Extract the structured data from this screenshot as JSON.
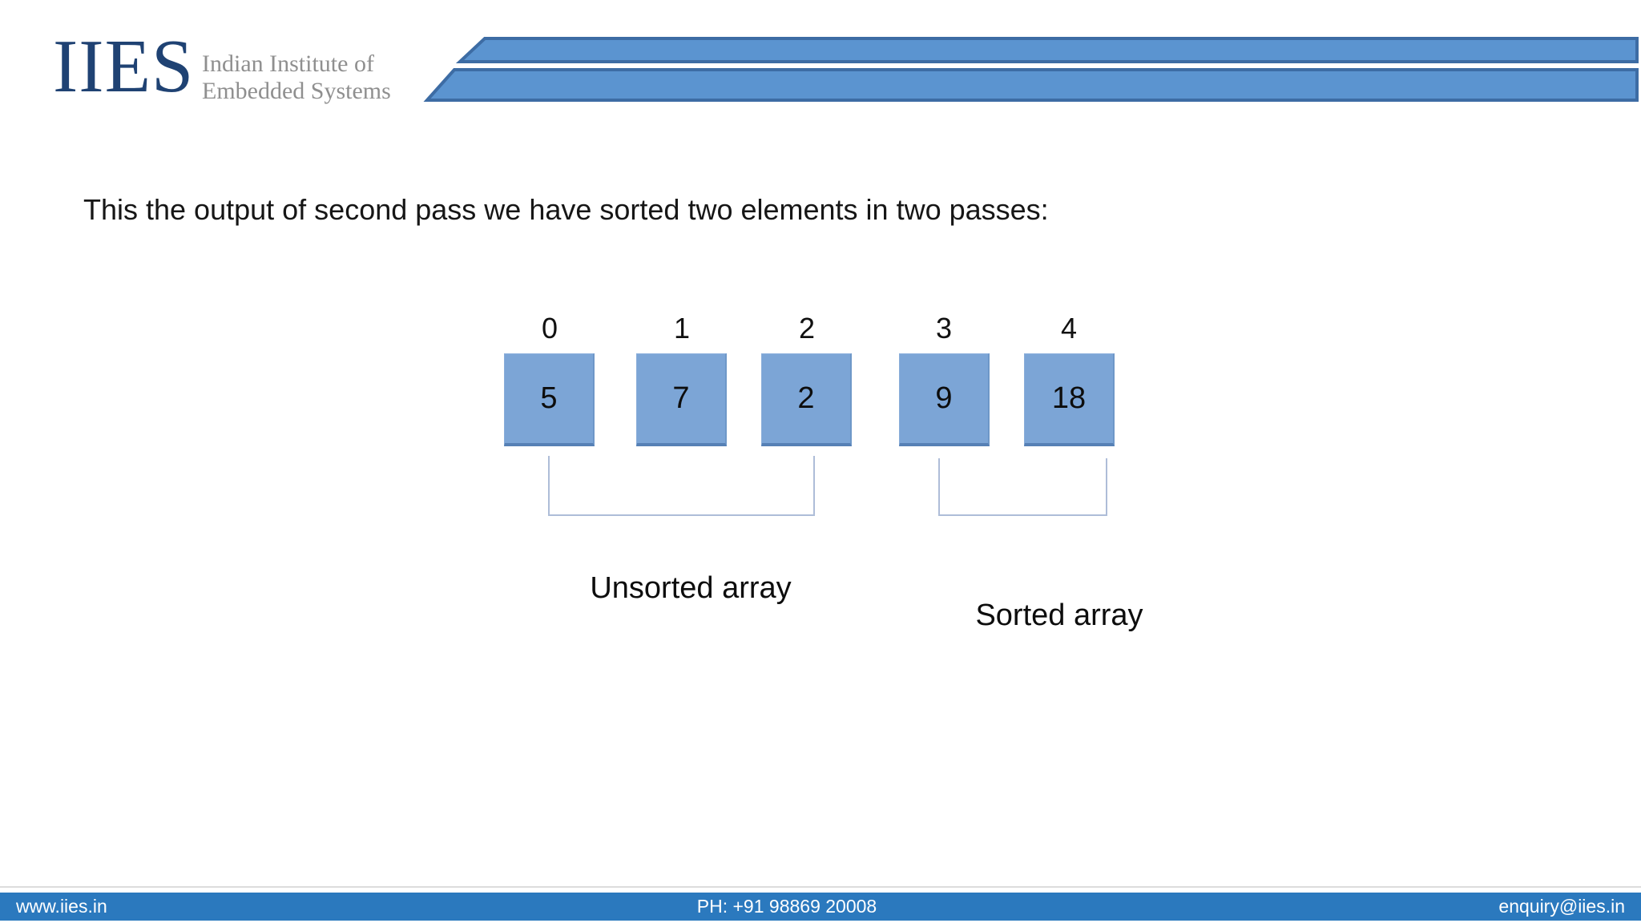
{
  "slide": {
    "logo": {
      "acronym": "IIES",
      "line1": "Indian Institute of",
      "line2": "Embedded Systems"
    },
    "title": "This the output of second pass we have sorted two elements in two passes:",
    "array": {
      "cells": [
        {
          "index": "0",
          "value": "5"
        },
        {
          "index": "1",
          "value": "7"
        },
        {
          "index": "2",
          "value": "2"
        },
        {
          "index": "3",
          "value": "9"
        },
        {
          "index": "4",
          "value": "18"
        }
      ],
      "unsorted_label": "Unsorted array",
      "sorted_label": "Sorted array"
    },
    "footer": {
      "website": "www.iies.in",
      "phone": "PH: +91 98869 20008",
      "email": "enquiry@iies.in"
    },
    "colors": {
      "logo_navy": "#1f4273",
      "logo_gray": "#8f8f8f",
      "stripe_fill": "#5b94d0",
      "stripe_border": "#3d6ca4",
      "cell_fill": "#7ca5d6",
      "cell_border_dark": "#5680b5",
      "bracket_line": "#aebdd8",
      "footer_bar": "#2b79be",
      "footer_text": "#ffffff",
      "title_text": "#161616"
    }
  }
}
